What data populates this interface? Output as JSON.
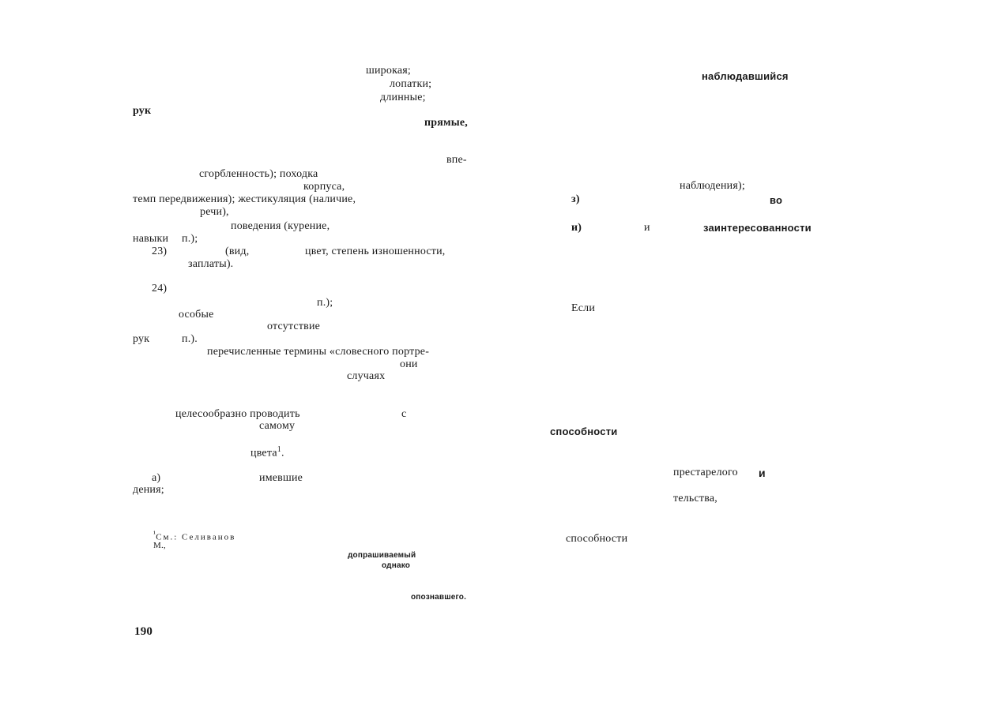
{
  "left": {
    "l01": "широкая;",
    "l02": "лопатки;",
    "l03": "длинные;",
    "l04": "рук",
    "l05": "прямые,",
    "l06": "впе-",
    "l07": "сгорбленность); походка",
    "l08": "корпуса,",
    "l09": "темп передвижения); жестикуляция (наличие,",
    "l10": "речи),",
    "l11": "поведения (курение,",
    "l12": "навыки",
    "l13": "п.);",
    "l14": "23)",
    "l15": "(вид,",
    "l16": "цвет, степень изношенности,",
    "l17": "заплаты).",
    "l18": "24)",
    "l19": "п.);",
    "l20": "особые",
    "l21": "отсутствие",
    "l22": "рук",
    "l23": "п.).",
    "l24": "перечисленные термины «словесного портре-",
    "l25": "они",
    "l26": "случаях",
    "l27": "целесообразно проводить",
    "l28": "с",
    "l29": "самому",
    "l30": "цвета",
    "l30sup": "1",
    "l30end": ".",
    "l31": "а)",
    "l32": "имевшие",
    "l33": "дения;"
  },
  "footnote": {
    "mark": "¹",
    "author": "См.: Селиванов",
    "line2": "М.,"
  },
  "small": {
    "s1": "допрашиваемый",
    "s2": "однако",
    "s3": "опознавшего."
  },
  "page_number": "190",
  "right": {
    "r01": "наблюдавшийся",
    "r02": "наблюдения);",
    "r03": "з)",
    "r04": "во",
    "r05": "и)",
    "r06": "и",
    "r07": "заинтересованности",
    "r08": "Если",
    "r09": "способности",
    "r10": "престарелого",
    "r11": "и",
    "r12": "тельства,",
    "r13": "способности"
  }
}
